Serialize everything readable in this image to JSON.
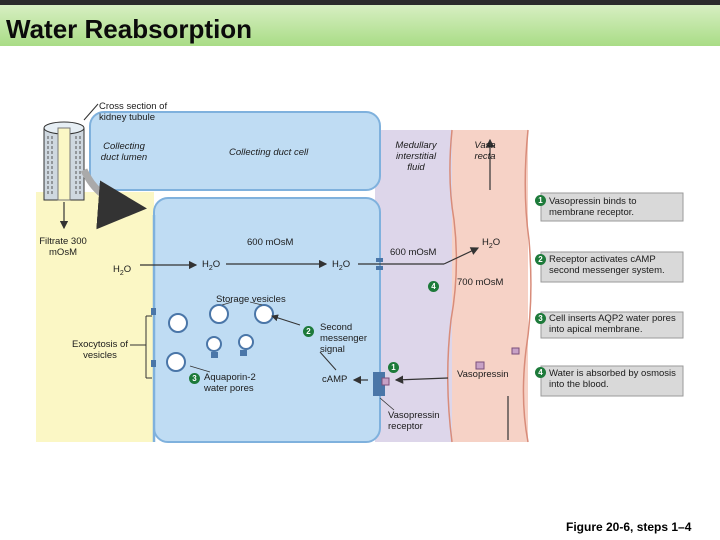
{
  "title": "Water Reabsorption",
  "caption": "Figure 20-6, steps 1–4",
  "labels": {
    "cross_section": "Cross section of kidney tubule",
    "collecting_duct_lumen": "Collecting duct lumen",
    "collecting_duct_cell": "Collecting duct cell",
    "medullary_fluid": "Medullary interstitial fluid",
    "vasa_recta": "Vasa recta",
    "filtrate": "Filtrate 300 mOsM",
    "cell_osm": "600 mOsM",
    "interstitial_osm": "600 mOsM",
    "blood_osm": "700 mOsM",
    "h2o_h": "H",
    "h2o_sub": "2",
    "h2o_o": "O",
    "storage_vesicles": "Storage vesicles",
    "exocytosis": "Exocytosis of vesicles",
    "aquaporin": "Aquaporin-2 water pores",
    "second_messenger": "Second messenger signal",
    "camp": "cAMP",
    "vasopressin": "Vasopressin",
    "vasopressin_receptor": "Vasopressin receptor"
  },
  "steps": [
    {
      "num": "1",
      "text": "Vasopressin binds to membrane receptor."
    },
    {
      "num": "2",
      "text": "Receptor activates cAMP second messenger system."
    },
    {
      "num": "3",
      "text": "Cell inserts AQP2 water pores into apical membrane."
    },
    {
      "num": "4",
      "text": "Water is absorbed by osmosis into the blood."
    }
  ],
  "colors": {
    "lumen": "#fbf7c5",
    "cell": "#bfdcf3",
    "cell_outline": "#7fb1dd",
    "interstitial": "#ddd6ea",
    "vessel": "#f6d2c6",
    "vessel_line": "#d88c7a",
    "step_box": "#d9d9d9",
    "badge": "#1d7a3a",
    "receptor": "#4a76a8"
  }
}
